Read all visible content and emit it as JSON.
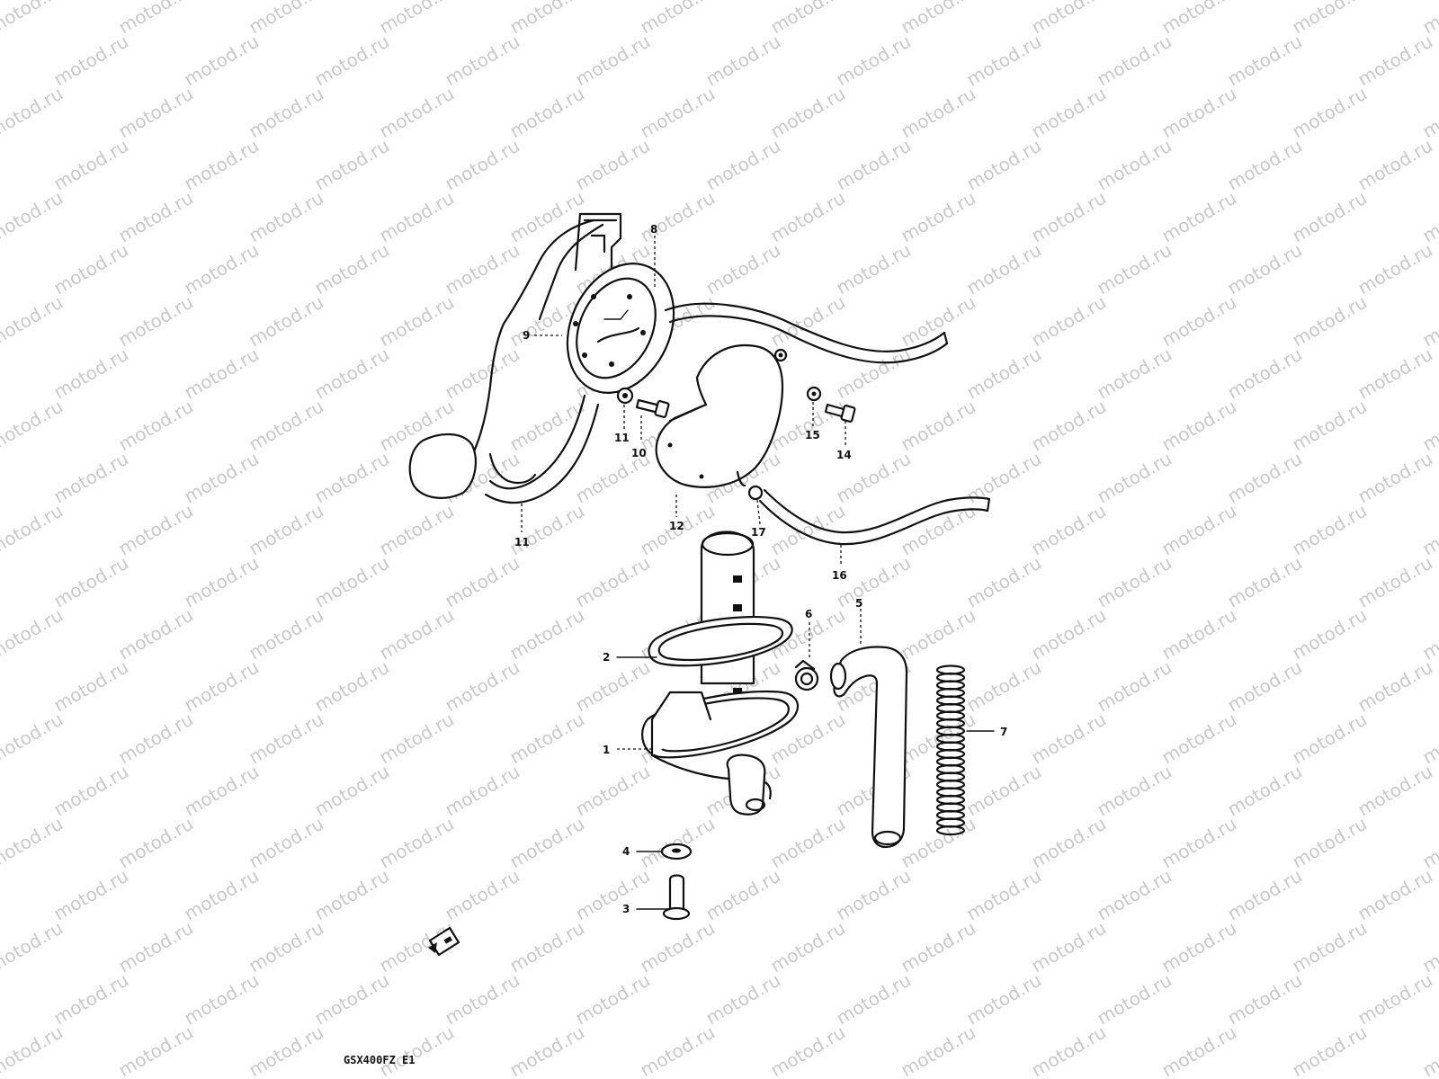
{
  "watermark": "motod.ru",
  "callouts": {
    "c1": "1",
    "c2": "2",
    "c3": "3",
    "c4": "4",
    "c5": "5",
    "c6": "6",
    "c7": "7",
    "c8": "8",
    "c9": "9",
    "c10": "10",
    "c11a": "11",
    "c11b": "11",
    "c12": "12",
    "c14": "14",
    "c15": "15",
    "c16": "16",
    "c17": "17"
  },
  "diagram_code": "GSX400FZ E1",
  "colors": {
    "line": "#111111",
    "background": "#ffffff",
    "watermark": "#c9c9c9"
  }
}
